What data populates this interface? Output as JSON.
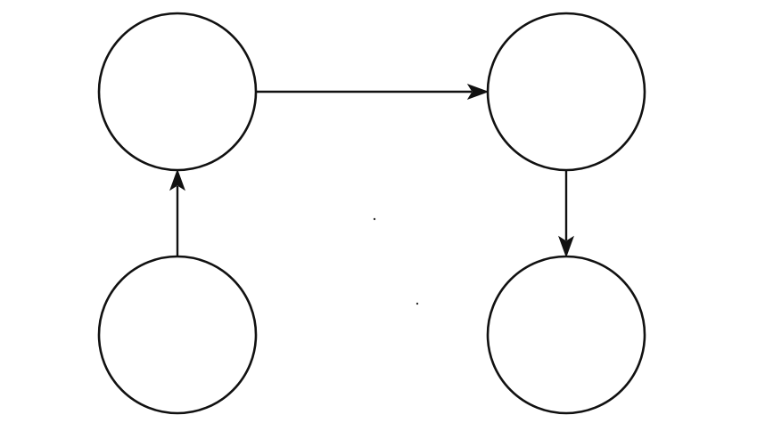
{
  "diagram": {
    "type": "directed-graph",
    "nodes": [
      {
        "id": "top-left",
        "label": ""
      },
      {
        "id": "top-right",
        "label": ""
      },
      {
        "id": "bottom-left",
        "label": ""
      },
      {
        "id": "bottom-right",
        "label": ""
      }
    ],
    "edges": [
      {
        "from": "top-left",
        "to": "top-right"
      },
      {
        "from": "top-right",
        "to": "bottom-right"
      },
      {
        "from": "bottom-left",
        "to": "top-left"
      }
    ]
  }
}
